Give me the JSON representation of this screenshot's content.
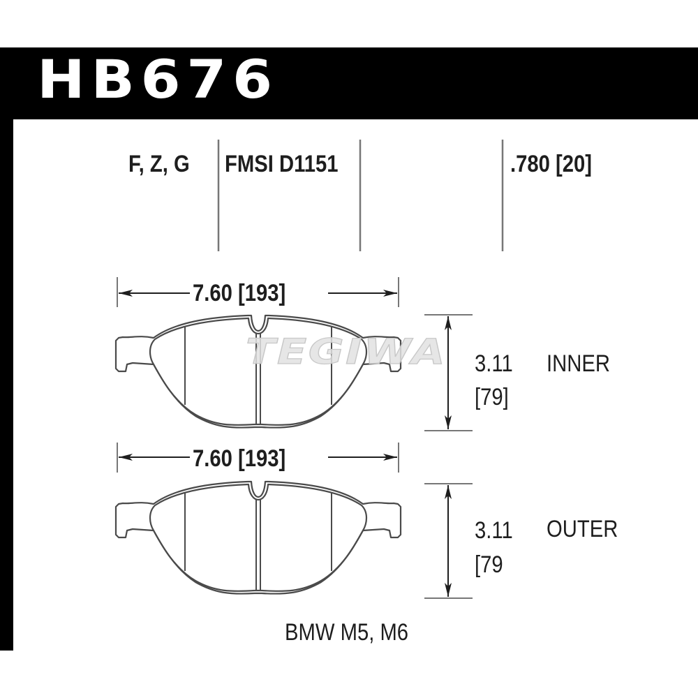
{
  "header": {
    "part_number": "HB676"
  },
  "specs": {
    "compounds": "F, Z, G",
    "fmsi": "FMSI D1151",
    "thickness": ".780 [20]"
  },
  "inner_pad": {
    "width_label": "7.60 [193]",
    "height_label": "3.11",
    "height_metric": "[79]",
    "position": "INNER"
  },
  "outer_pad": {
    "width_label": "7.60 [193]",
    "height_label": "3.11",
    "height_metric": "[79",
    "position": "OUTER"
  },
  "application": "BMW M5, M6",
  "watermark": "TEGIWA",
  "colors": {
    "header_bg": "#000000",
    "header_text": "#ffffff",
    "line": "#555555",
    "text": "#1e1e1e",
    "watermark": "#d9d9d9"
  }
}
